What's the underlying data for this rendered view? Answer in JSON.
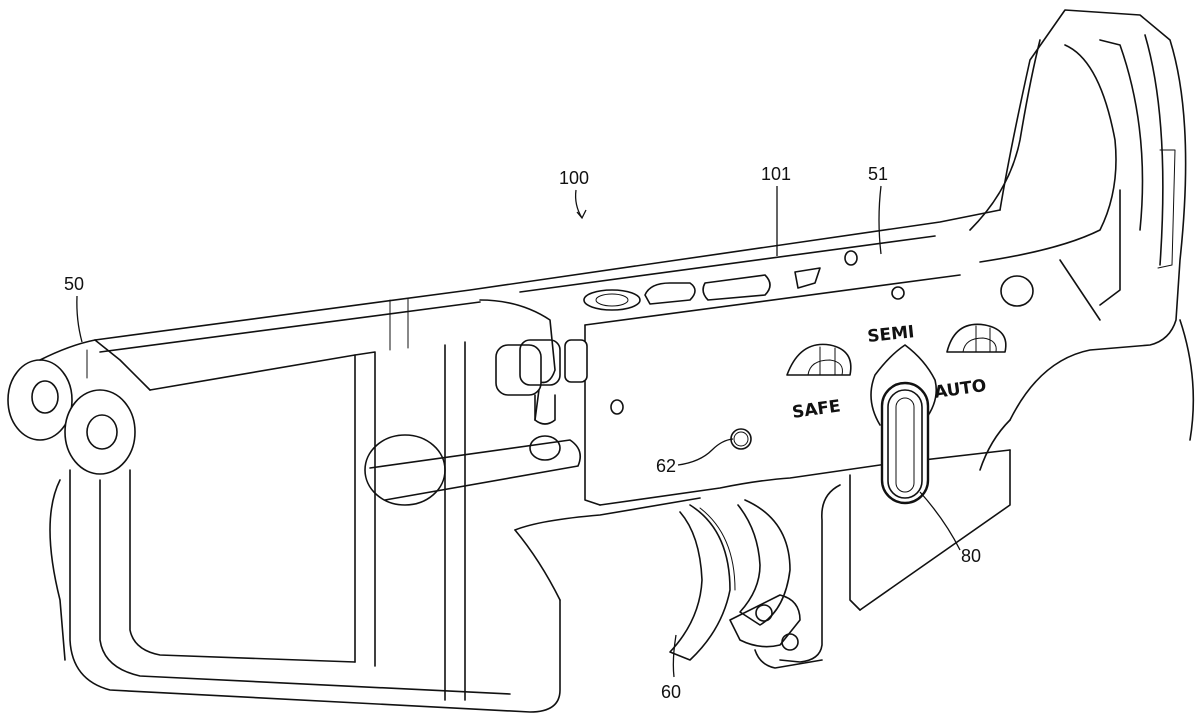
{
  "figure": {
    "subject": "lower receiver, perspective view",
    "reference_labels": {
      "assembly": "100",
      "upper_surface": "101",
      "front_pivot": "50",
      "rear_region": "51",
      "pin_hole": "62",
      "trigger": "60",
      "selector_lever": "80"
    },
    "selector_markings": {
      "safe": "SAFE",
      "semi": "SEMI",
      "auto": "AUTO"
    }
  }
}
